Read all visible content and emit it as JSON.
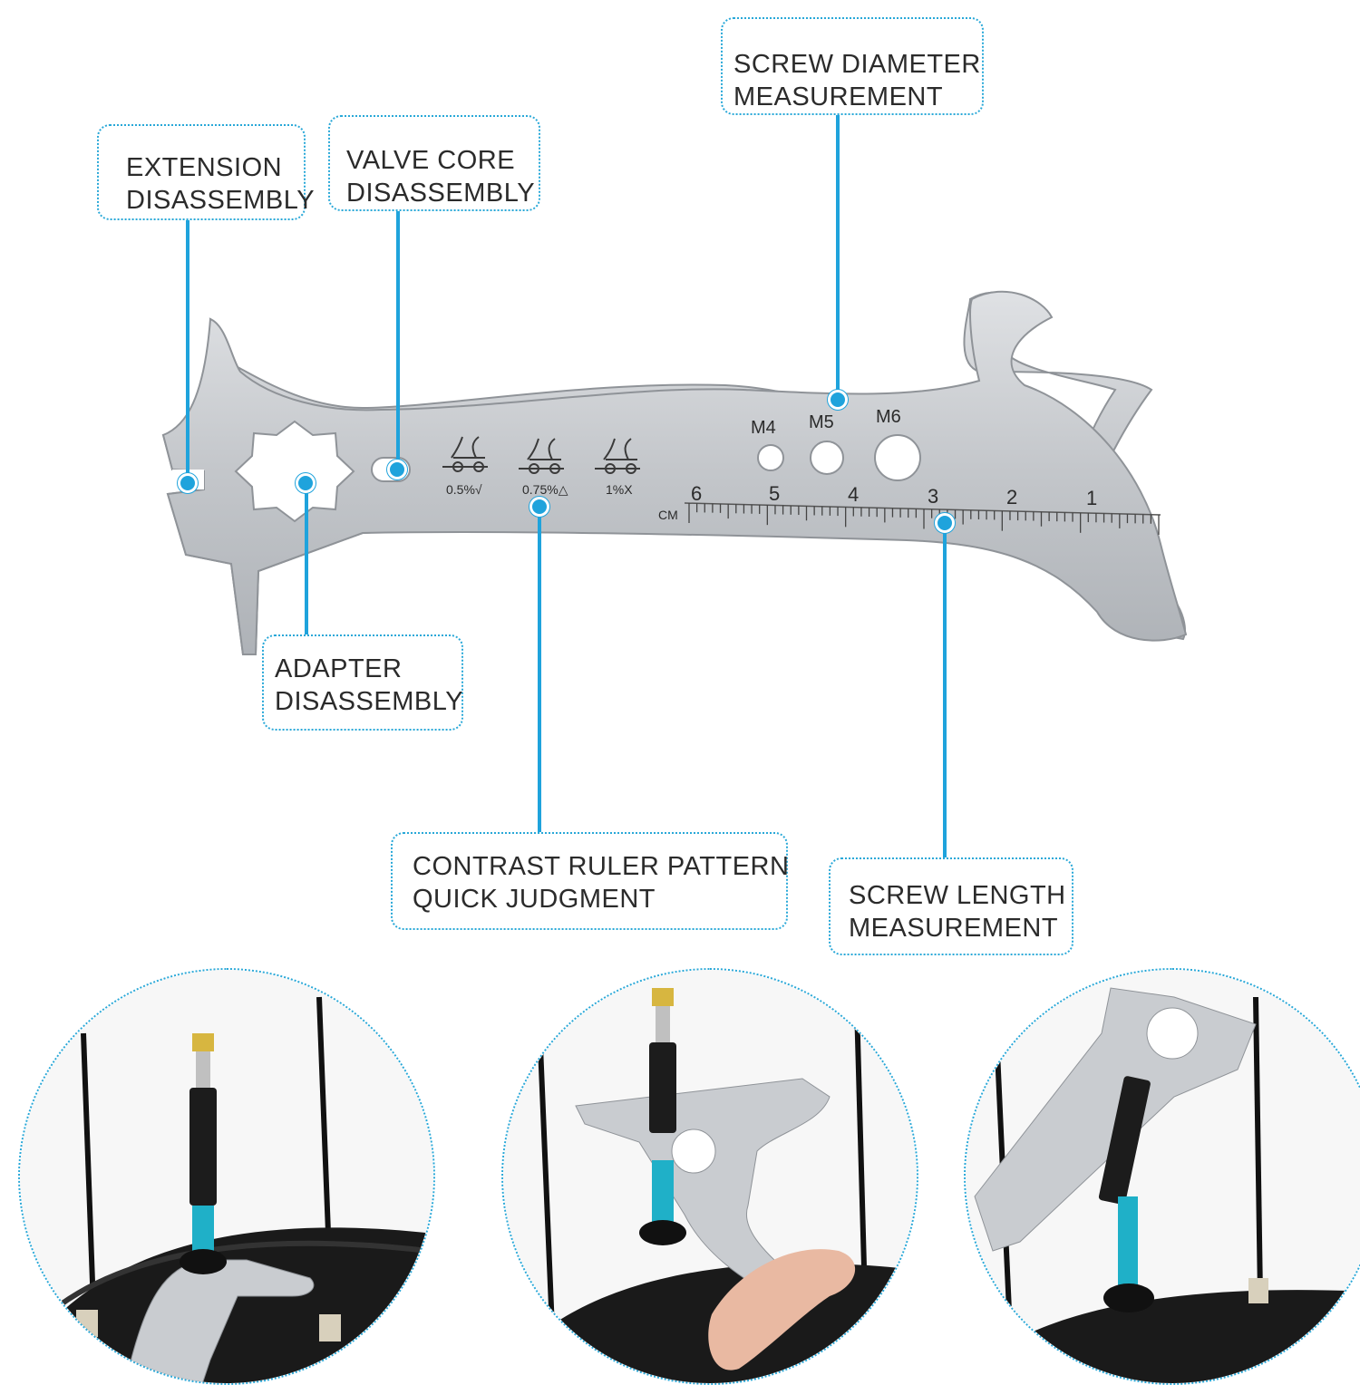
{
  "callouts": {
    "extension": {
      "line1": "EXTENSION",
      "line2": "DISASSEMBLY"
    },
    "valve_core": {
      "line1": "VALVE CORE",
      "line2": "DISASSEMBLY"
    },
    "screw_diameter": {
      "line1": "SCREW DIAMETER",
      "line2": "MEASUREMENT"
    },
    "adapter": {
      "line1": "ADAPTER",
      "line2": "DISASSEMBLY"
    },
    "contrast_ruler": {
      "line1": "CONTRAST RULER PATTERN",
      "line2": "QUICK JUDGMENT"
    },
    "screw_length": {
      "line1": "SCREW LENGTH",
      "line2": "MEASUREMENT"
    }
  },
  "tool": {
    "hole_labels": [
      "M4",
      "M5",
      "M6"
    ],
    "chain_wear_labels": [
      "0.5%√",
      "0.75%△",
      "1%X"
    ],
    "ruler_unit": "CM",
    "ruler_numbers": [
      "6",
      "5",
      "4",
      "3",
      "2",
      "1"
    ]
  },
  "colors": {
    "accent": "#1fa3dc",
    "steel": "#c9ccd0",
    "tire": "#1a1a1a",
    "valve_blue": "#1fb0c8"
  },
  "usage_photos": [
    "photo-extension-removal",
    "photo-valve-core-removal",
    "photo-adapter-removal"
  ]
}
